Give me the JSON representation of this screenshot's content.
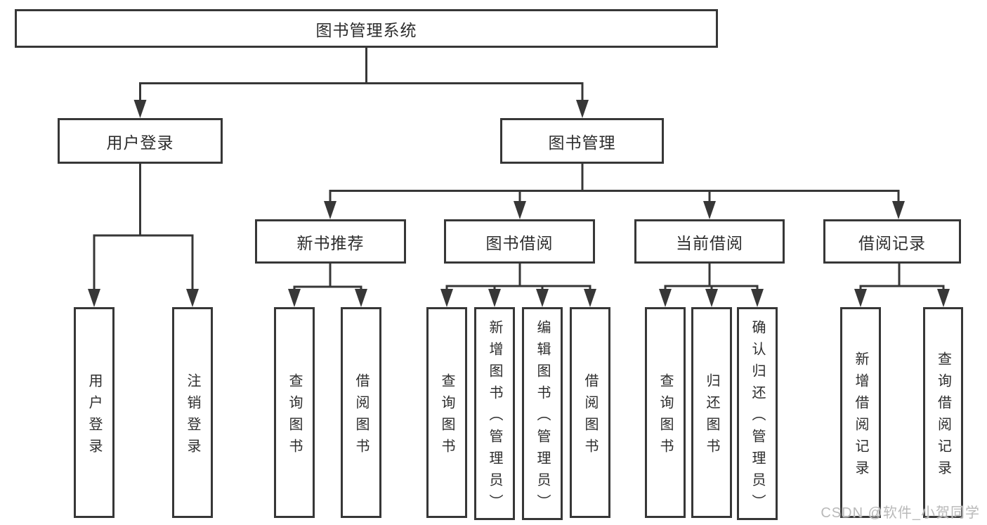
{
  "diagram": {
    "root": {
      "label": "图书管理系统"
    },
    "level2": [
      {
        "label": "用户登录"
      },
      {
        "label": "图书管理"
      }
    ],
    "level3": [
      {
        "label": "新书推荐"
      },
      {
        "label": "图书借阅"
      },
      {
        "label": "当前借阅"
      },
      {
        "label": "借阅记录"
      }
    ],
    "leaves": [
      {
        "label": "用户登录"
      },
      {
        "label": "注销登录"
      },
      {
        "label": "查询图书"
      },
      {
        "label": "借阅图书"
      },
      {
        "label": "查询图书"
      },
      {
        "label": "新增图书（管理员）"
      },
      {
        "label": "编辑图书（管理员）"
      },
      {
        "label": "借阅图书"
      },
      {
        "label": "查询图书"
      },
      {
        "label": "归还图书"
      },
      {
        "label": "确认归还（管理员）"
      },
      {
        "label": "新增借阅记录"
      },
      {
        "label": "查询借阅记录"
      }
    ]
  },
  "watermark": {
    "text": "CSDN @软件_小贺同学"
  },
  "colors": {
    "line": "#373737",
    "text": "#2d2d2d",
    "watermark": "#b9b9b9",
    "background": "#ffffff"
  }
}
